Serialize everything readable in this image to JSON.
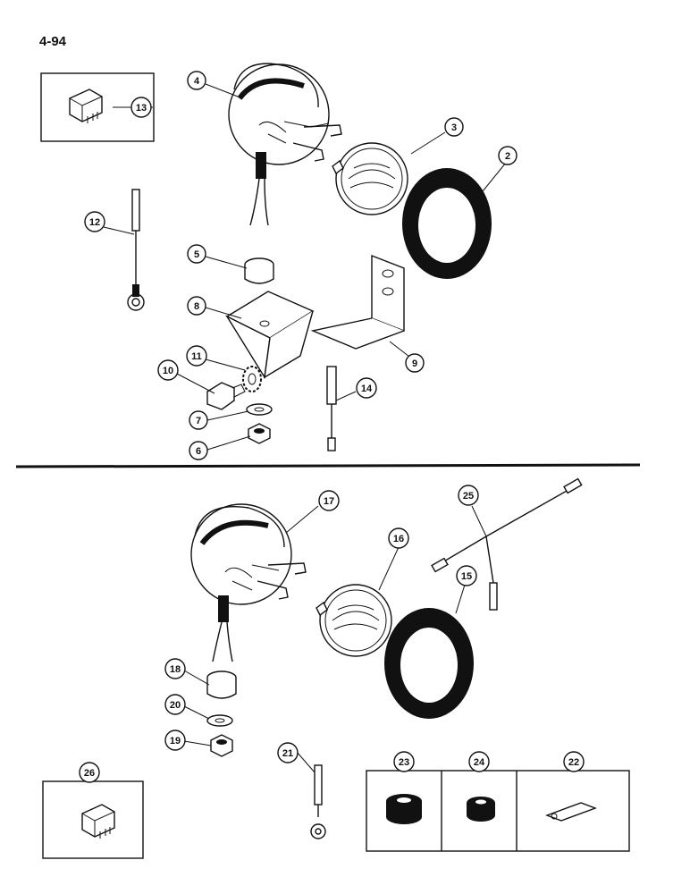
{
  "page": {
    "number": "4-94"
  },
  "callouts": {
    "c2": "2",
    "c3": "3",
    "c4": "4",
    "c5": "5",
    "c6": "6",
    "c7": "7",
    "c8": "8",
    "c9": "9",
    "c10": "10",
    "c11": "11",
    "c12": "12",
    "c13": "13",
    "c14": "14",
    "c15": "15",
    "c16": "16",
    "c17": "17",
    "c18": "18",
    "c19": "19",
    "c20": "20",
    "c21": "21",
    "c22": "22",
    "c23": "23",
    "c24": "24",
    "c25": "25",
    "c26": "26"
  },
  "colors": {
    "ink": "#111111",
    "paper": "#ffffff"
  }
}
